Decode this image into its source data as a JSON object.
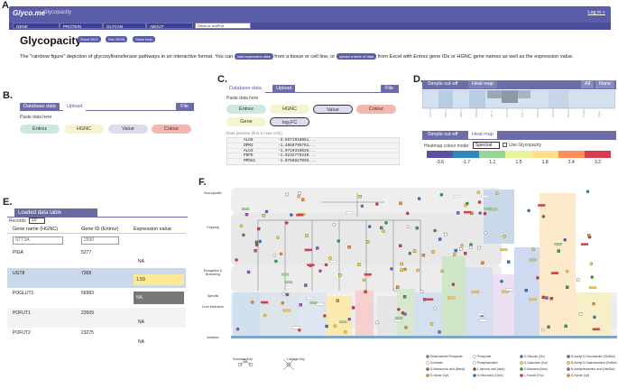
{
  "panels": {
    "a": "A.",
    "b": "B.",
    "c": "C.",
    "d": "D.",
    "e": "E.",
    "f": "F."
  },
  "header": {
    "brand": "Glyco.me",
    "subtitle": "Glycopacity",
    "login": "Log in »",
    "menu": [
      "GENE",
      "PROTEIN",
      "GLYCAN",
      "ABOUT"
    ],
    "search_placeholder": "Gene or UniProt"
  },
  "main": {
    "title": "Glycopacity",
    "buttons": [
      "Show SVG",
      "Get JSON",
      "Show help"
    ],
    "desc_1": "The \"rainbow figure\" depiction of glycosyltransferase pathways in an interactive format. You can",
    "desc_btn_1": "load expression data",
    "desc_2": "from a tissue or cell line, or",
    "desc_btn_2": "upload a table of data",
    "desc_3": "from Excel with Entrez gene IDs or HGNC gene names as well as the expression value."
  },
  "panel_b": {
    "tabs": [
      "Database data",
      "Upload"
    ],
    "file": "File",
    "paste": "Paste data here",
    "chips": [
      "Entrez",
      "HGNC",
      "Value",
      "Colour"
    ]
  },
  "panel_c": {
    "tabs": [
      "Database data",
      "Upload"
    ],
    "file": "File",
    "paste": "Paste data here",
    "chips": [
      "Entrez",
      "HGNC",
      "Value",
      "Colour",
      "Gene",
      "log₂FC"
    ],
    "preview_title": "Data preview (first 5 rows only)",
    "rows": [
      [
        "ALG8",
        "-3.5671918081..."
      ],
      [
        "DPM2",
        "-1.4860795761..."
      ],
      [
        "ALG3",
        "-1.0719310628..."
      ],
      [
        "PDP5",
        "-1.9232778240..."
      ],
      [
        "MPDU1",
        "-1.0769827055..."
      ]
    ]
  },
  "panel_d": {
    "tabs": [
      "Simple cut-off",
      "Heat map"
    ],
    "all": "All",
    "none": "None",
    "tabs2": [
      "Simple cut-off",
      "Heat map"
    ],
    "mode_label": "Heatmap colour mode:",
    "mode_value": "Spectral",
    "use_label": "Use Glycopacity",
    "scale": [
      "-3.6",
      "-1.7",
      "1.1",
      "1.5",
      "1.8",
      "2.4",
      "3.2"
    ],
    "scale_colors": [
      "#5e4fa2",
      "#3288bd",
      "#99d594",
      "#e6f598",
      "#fee08b",
      "#fc8d59",
      "#d53e4f"
    ],
    "column_labels": [
      "HPO-A",
      "PD5-A",
      "GBP-3",
      "MPDU1",
      "HN-4",
      "STT3A",
      "GAL-4",
      "POFUT",
      "MGST2",
      "B3GLT",
      "C1GAL",
      "PIGA"
    ]
  },
  "panel_e": {
    "title": "Loaded data table",
    "records_label": "Records",
    "records_value": "10",
    "headers": [
      "Gene name (HGNC)",
      "Gene ID (Entrez)",
      "Expression value"
    ],
    "filters": [
      "STT3A",
      "2590"
    ],
    "rows": [
      [
        "PIGA",
        "5277",
        "NA"
      ],
      [
        "UGT8",
        "7368",
        "1.59"
      ],
      [
        "POGLUT1",
        "56983",
        "NA"
      ],
      [
        "POFUT1",
        "23509",
        "NA"
      ],
      [
        "POFUT2",
        "23275",
        "NA"
      ]
    ]
  },
  "panel_f": {
    "row_labels": [
      "Non-specific",
      "Capping",
      "Elongation & Branching",
      "Specific",
      "Core extension",
      "Initiation"
    ],
    "legend": [
      "Ethanolamine Phosphate",
      "Ceramide",
      "D-Mannuronic acid (ManA)",
      "D-Xylose (Xyl)",
      "Phosphate",
      "Phosphoinositol",
      "L-Iduronic acid (IdoA)",
      "D-Glucuronic (GlcA)",
      "D-Glucose (Glc)",
      "D-Galactose (Gal)",
      "D-Mannose (Man)",
      "L-Fucose (Fuc)",
      "N-Acetyl-D-Glucosamine (GlcNAc)",
      "N-Acetyl-D-Galactosamine (GalNAc)",
      "N-Acetylneuraminic acid (Neu5Ac)",
      "D-Xylose (Xyl)"
    ],
    "key_labels": [
      "Subclass Key",
      "Linkage Key"
    ]
  }
}
